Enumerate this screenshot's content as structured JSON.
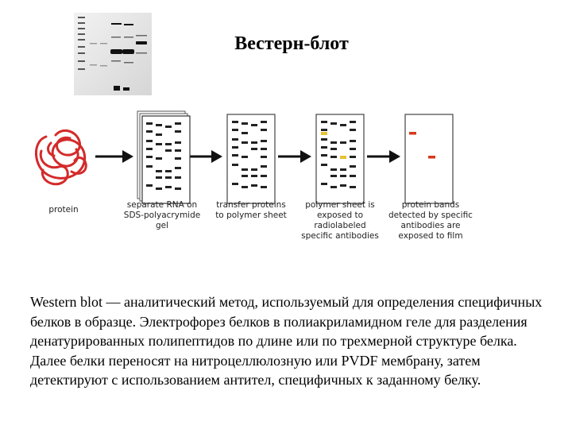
{
  "slide": {
    "title": "Вестерн-блот",
    "diagram": {
      "steps": [
        {
          "id": "protein",
          "caption": "protein"
        },
        {
          "id": "gel",
          "caption": "separate RNA on\nSDS-polyacrymide\ngel"
        },
        {
          "id": "transfer",
          "caption": "transfer proteins\nto polymer sheet"
        },
        {
          "id": "antibodies",
          "caption": "polymer sheet is\nexposed to\nradiolabeled\nspecific antibodies"
        },
        {
          "id": "bands",
          "caption": "protein bands\ndetected by specific\nantibodies are\nexposed to film"
        }
      ],
      "colors": {
        "protein": "#d42a2a",
        "band": "#222222",
        "highlight": "#e8c030",
        "detected": "#d63a1a",
        "arrow": "#111111"
      }
    },
    "body_text": "Western blot — аналитический метод, используемый для определения специфичных белков в образце. Электрофорез белков в полиакриламидном геле для разделения денатурированных полипептидов по длине  или по трехмерной структуре белка. Далее белки переносят на нитроцеллюлозную или PVDF мембрану, затем детектируют с использованием антител, специфичных к заданному белку."
  }
}
